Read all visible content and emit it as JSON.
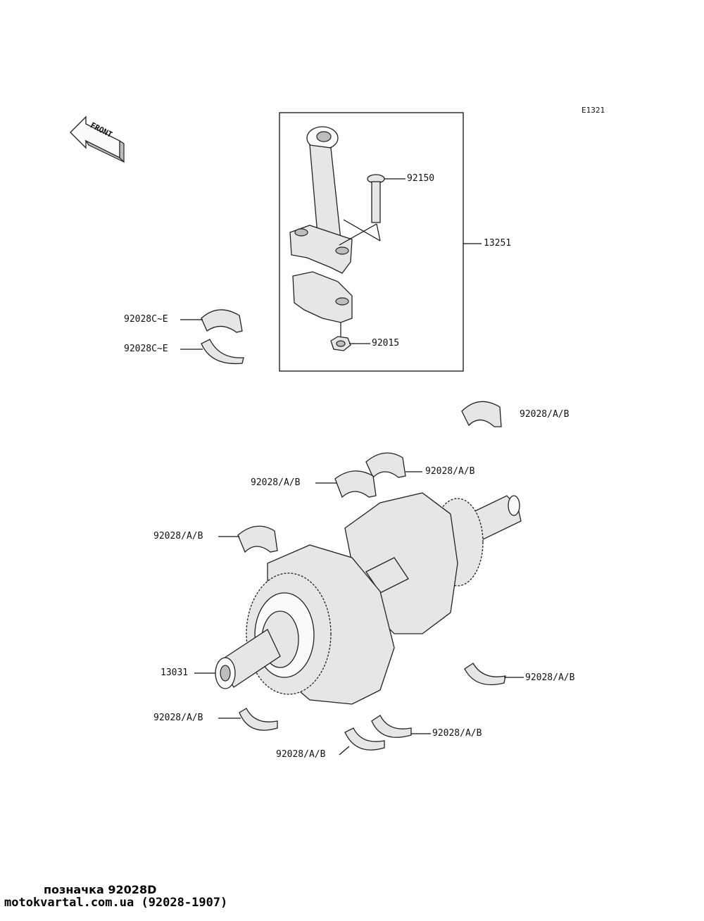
{
  "diagram": {
    "code": "E1321",
    "front_label": "FRONT",
    "labels": {
      "conrod_bolt": "92150",
      "conrod_assembly": "13251",
      "conrod_nut": "92015",
      "conrod_bearing_upper": "92028C~E",
      "conrod_bearing_lower": "92028C~E",
      "main_bearing_1": "92028/A/B",
      "main_bearing_2": "92028/A/B",
      "main_bearing_3": "92028/A/B",
      "main_bearing_4": "92028/A/B",
      "crankshaft": "13031",
      "main_bearing_5": "92028/A/B",
      "main_bearing_6": "92028/A/B",
      "main_bearing_7": "92028/A/B",
      "main_bearing_8": "92028/A/B"
    }
  },
  "footer": {
    "note": "позначка 92028D",
    "source": "motokvartal.com.ua (92028-1907)"
  }
}
